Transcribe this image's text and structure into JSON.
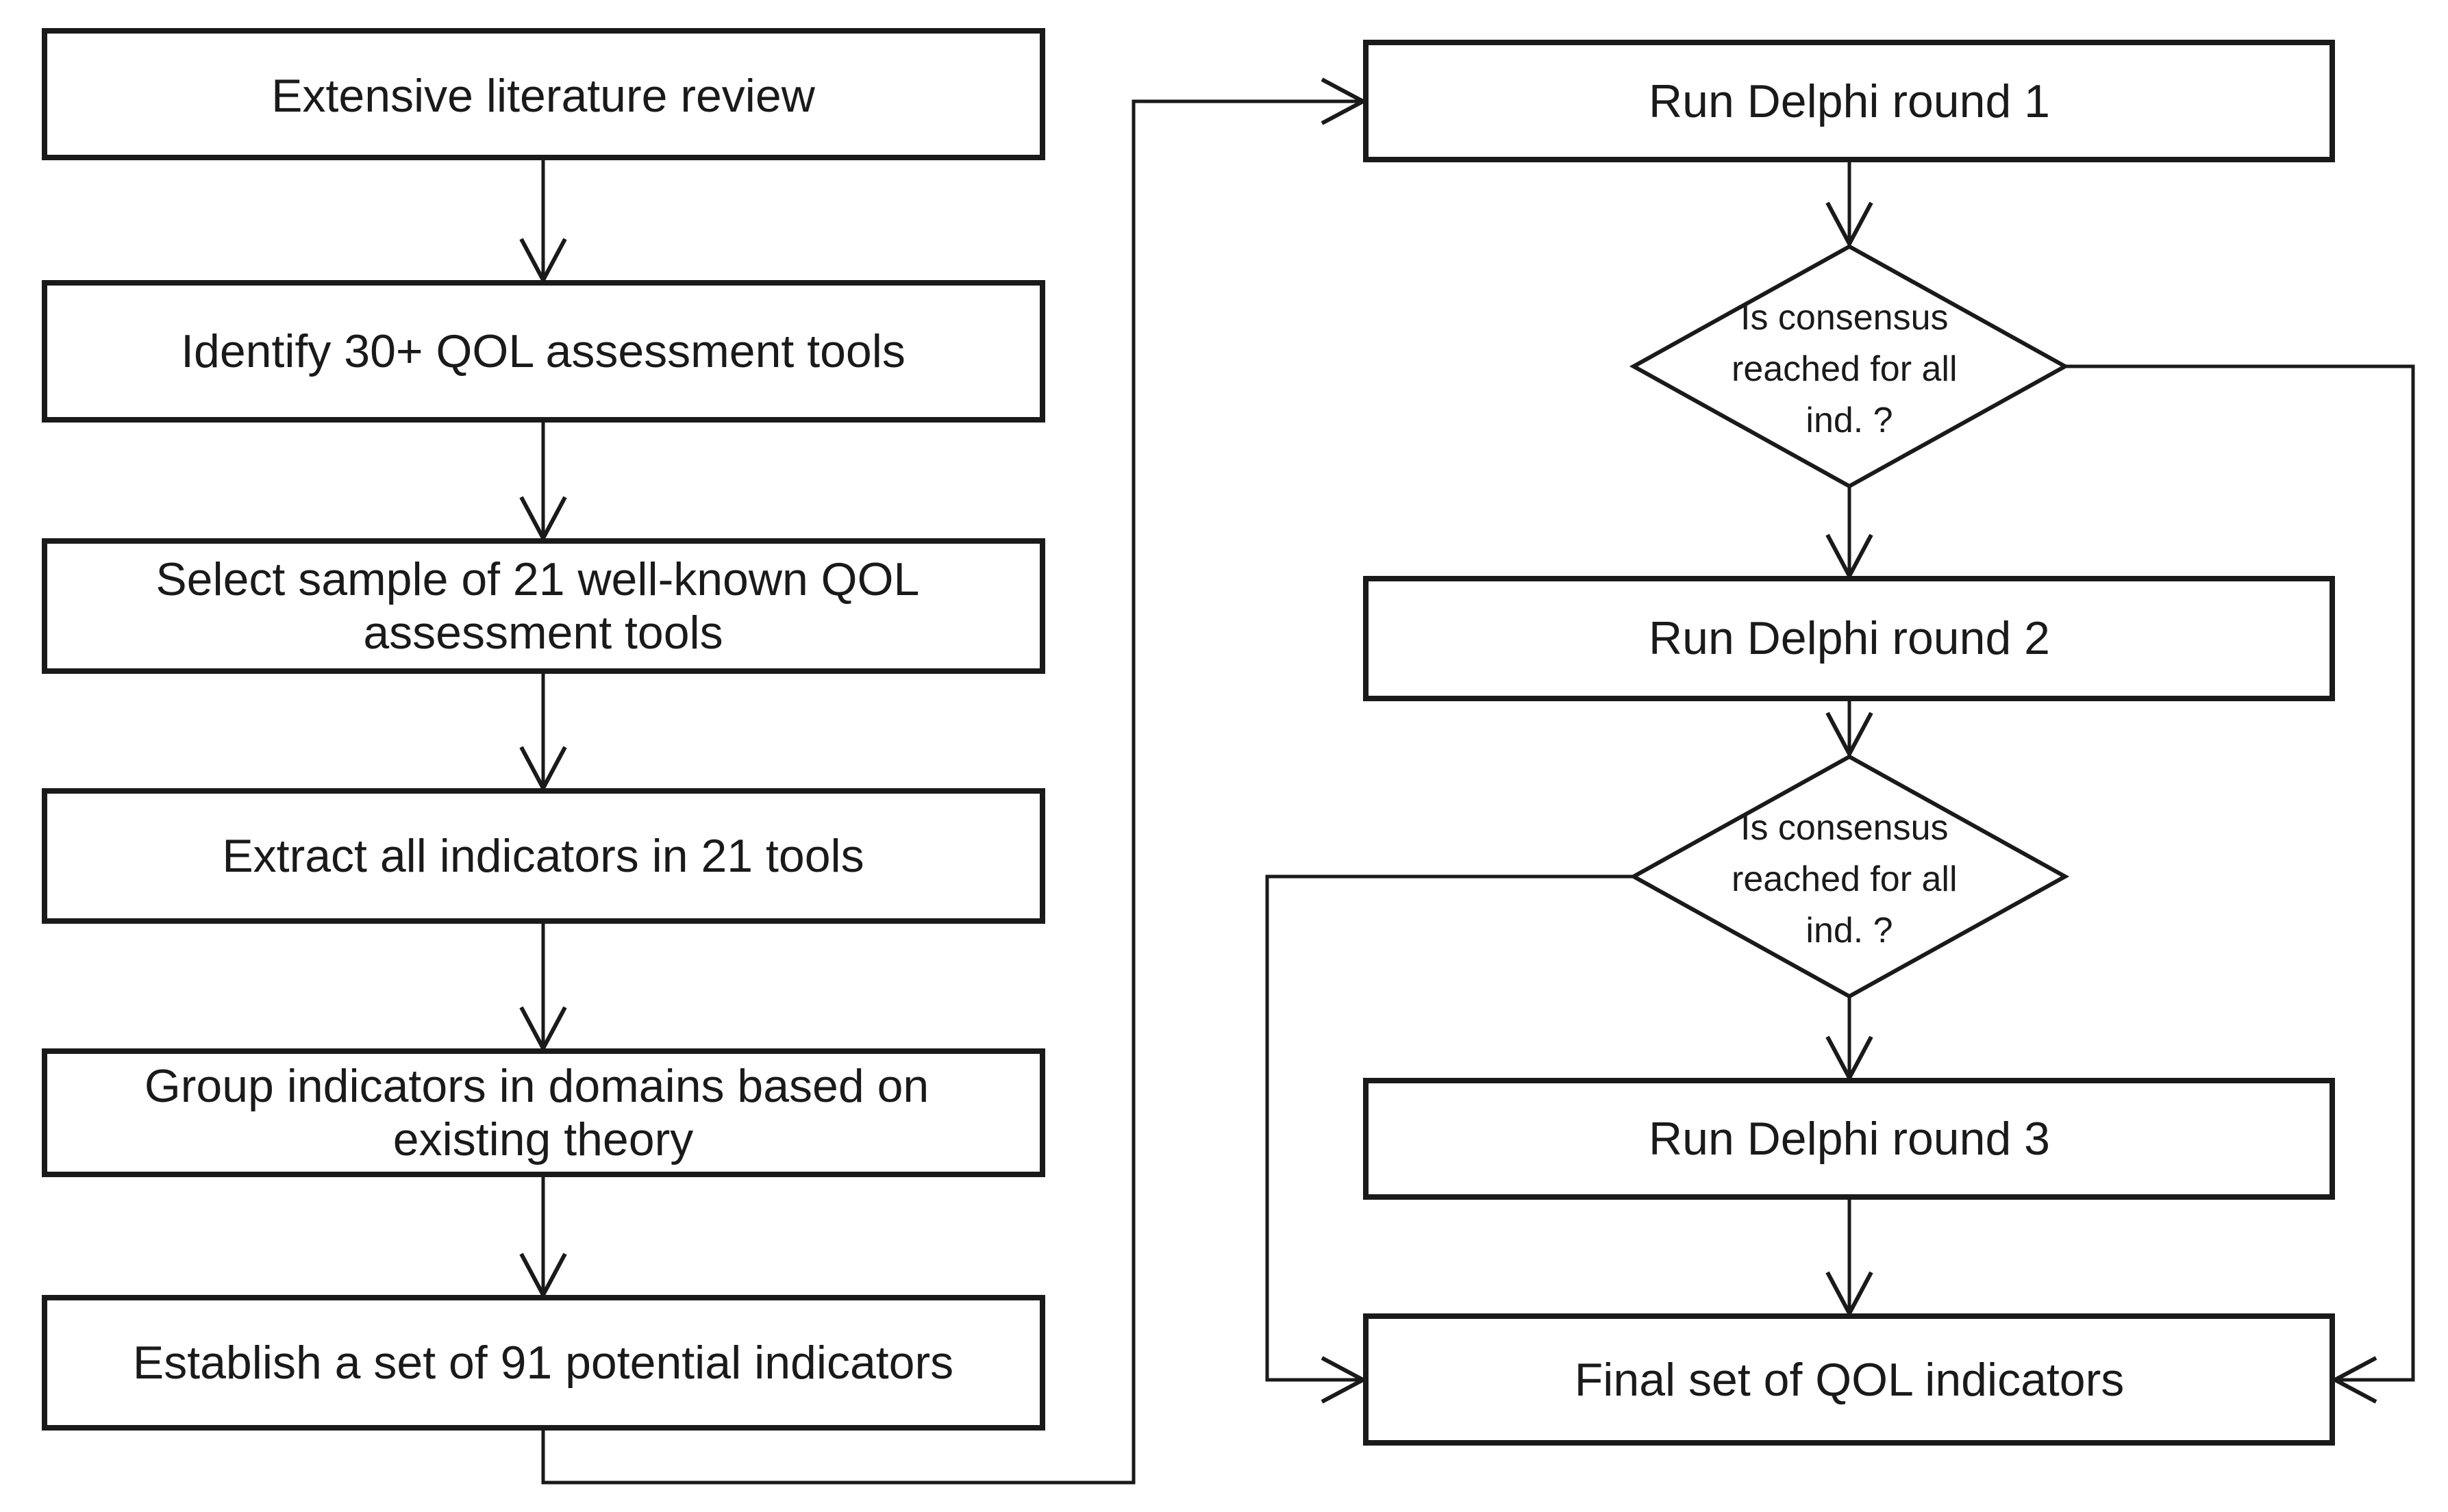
{
  "colors": {
    "ink": "#1a1a1a",
    "paper": "#ffffff"
  },
  "nodes": {
    "literature_review": {
      "label": "Extensive literature review"
    },
    "identify_tools": {
      "label": "Identify 30+ QOL assessment tools"
    },
    "select_sample": {
      "lines": [
        "Select sample of 21 well-known QOL",
        "assessment tools"
      ]
    },
    "extract_indicators": {
      "label": "Extract all indicators in 21 tools"
    },
    "group_indicators": {
      "lines": [
        "Group indicators in domains based on",
        "existing theory"
      ]
    },
    "establish_set": {
      "label": "Establish a set of 91 potential indicators"
    },
    "delphi_round_1": {
      "label": "Run Delphi round 1"
    },
    "consensus_1": {
      "lines": [
        "Is consensus",
        "reached for all",
        "ind. ?"
      ]
    },
    "delphi_round_2": {
      "label": "Run Delphi round 2"
    },
    "consensus_2": {
      "lines": [
        "Is consensus",
        "reached for all",
        "ind. ?"
      ]
    },
    "delphi_round_3": {
      "label": "Run Delphi round 3"
    },
    "final_set": {
      "label": "Final set of QOL indicators"
    }
  }
}
